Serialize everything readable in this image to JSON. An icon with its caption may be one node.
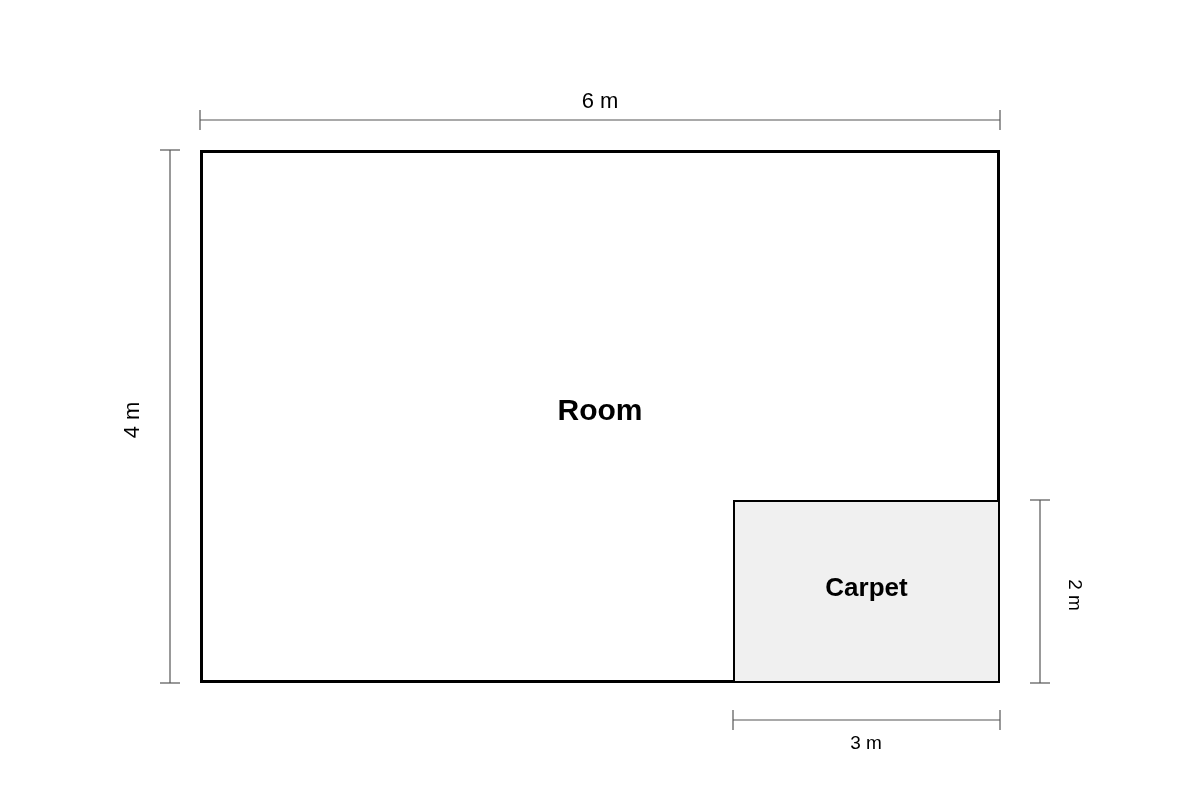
{
  "diagram": {
    "nodes": [
      {
        "text": [
          "Room"
        ]
      },
      {
        "text": [
          "Carpet"
        ],
        "in": 0
      }
    ],
    "labels": [
      "6 m",
      "4 m",
      "2 m",
      "3 m"
    ]
  }
}
